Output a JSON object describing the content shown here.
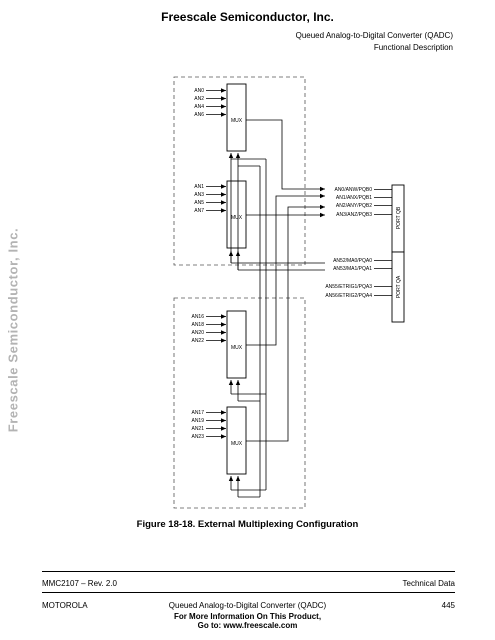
{
  "header": {
    "company": "Freescale Semiconductor, Inc.",
    "chapter_title": "Queued Analog-to-Digital Converter (QADC)",
    "section_title": "Functional Description"
  },
  "watermark": "Freescale Semiconductor, Inc.",
  "figure": {
    "caption": "Figure 18-18. External Multiplexing Configuration",
    "mux_label": "MUX",
    "muxes": [
      {
        "inputs": [
          "AN0",
          "AN2",
          "AN4",
          "AN6"
        ]
      },
      {
        "inputs": [
          "AN1",
          "AN3",
          "AN5",
          "AN7"
        ]
      },
      {
        "inputs": [
          "AN16",
          "AN18",
          "AN20",
          "AN22"
        ]
      },
      {
        "inputs": [
          "AN17",
          "AN19",
          "AN21",
          "AN23"
        ]
      }
    ],
    "port_qb": {
      "label": "PORT QB",
      "pins": [
        "AN0/ANW/PQB0",
        "AN1/ANX/PQB1",
        "AN2/ANY/PQB2",
        "AN3/ANZ/PQB3"
      ]
    },
    "port_qa": {
      "label": "PORT QA",
      "pins": [
        "AN52/MA0/PQA0",
        "AN53/MA1/PQA1",
        "AN55/ETRIG1/PQA3",
        "AN56/ETRIG2/PQA4"
      ]
    }
  },
  "footer": {
    "doc_id": "MMC2107 – Rev. 2.0",
    "doc_type": "Technical Data",
    "company": "MOTOROLA",
    "chapter": "Queued Analog-to-Digital Converter (QADC)",
    "page": "445",
    "more_info_1": "For More Information On This Product,",
    "more_info_2": "Go to: www.freescale.com"
  }
}
